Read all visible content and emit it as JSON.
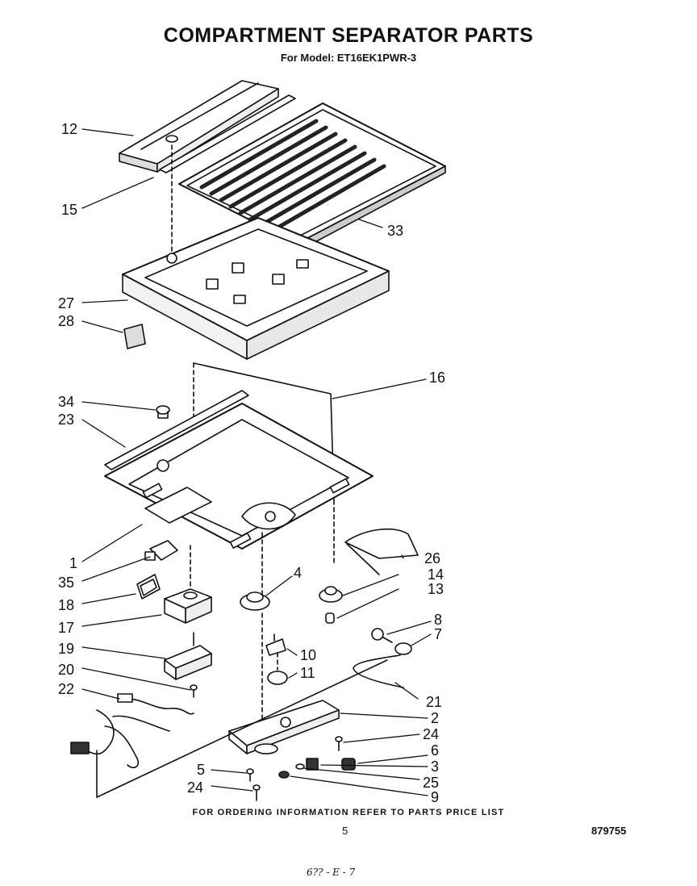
{
  "header": {
    "title": "COMPARTMENT SEPARATOR  PARTS",
    "subtitle": "For Model: ET16EK1PWR-3"
  },
  "callouts": {
    "c1": "1",
    "c2": "2",
    "c3": "3",
    "c4": "4",
    "c5": "5",
    "c6": "6",
    "c7": "7",
    "c8": "8",
    "c9": "9",
    "c10": "10",
    "c11": "11",
    "c12": "12",
    "c13": "13",
    "c14": "14",
    "c15": "15",
    "c16": "16",
    "c17": "17",
    "c18": "18",
    "c19": "19",
    "c20": "20",
    "c21": "21",
    "c22": "22",
    "c23": "23",
    "c24a": "24",
    "c24b": "24",
    "c25": "25",
    "c26": "26",
    "c27": "27",
    "c28": "28",
    "c33": "33",
    "c34": "34",
    "c35": "35"
  },
  "footer": {
    "ordering_note": "FOR ORDERING INFORMATION REFER TO PARTS PRICE LIST",
    "page_number": "5",
    "document_number": "879755",
    "handwritten_note": "6?? - E - 7"
  }
}
